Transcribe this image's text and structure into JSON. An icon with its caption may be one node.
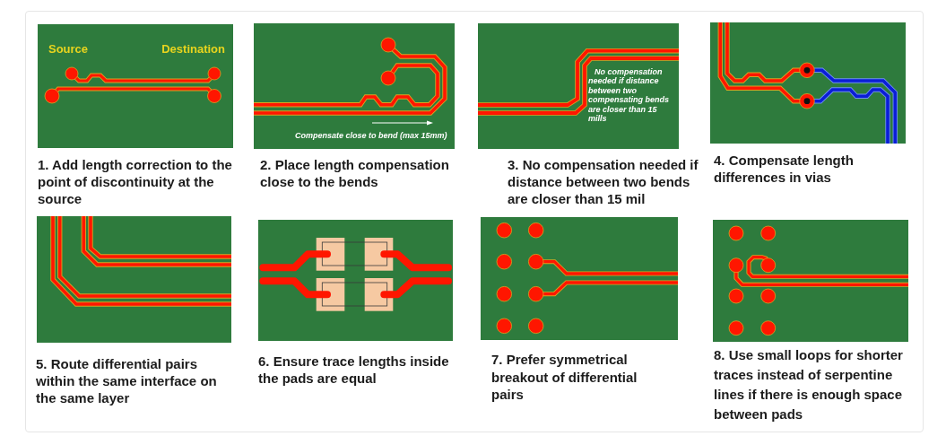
{
  "diagram": {
    "nodes": [
      {
        "text": [
          "Source",
          "Destination"
        ],
        "beside": [
          "1. Add length correction to the point of discontinuity at the source"
        ]
      },
      {
        "text": [
          "Compensate close to bend (max 15mm)"
        ],
        "beside": [
          "2. Place length compensation close to the bends"
        ]
      },
      {
        "text": [
          "No compensation needed if distance between two compensating bends are closer than 15 mills"
        ],
        "beside": [
          "3. No compensation needed if distance between two bends are closer than 15 mil"
        ]
      },
      {
        "text": [],
        "shape": "picture",
        "beside": [
          "4. Compensate length differences in vias"
        ]
      },
      {
        "text": [],
        "shape": "picture",
        "beside": [
          "5. Route differential pairs within the same interface on the same layer"
        ]
      },
      {
        "text": [],
        "shape": "picture",
        "beside": [
          "6. Ensure trace lengths inside the pads are equal"
        ]
      },
      {
        "text": [],
        "shape": "picture",
        "beside": [
          "7. Prefer symmetrical breakout of differential pairs"
        ]
      },
      {
        "text": [],
        "shape": "picture",
        "beside": [
          "8. Use small loops for shorter traces instead of serpentine lines if there is enough space between pads"
        ]
      }
    ]
  }
}
